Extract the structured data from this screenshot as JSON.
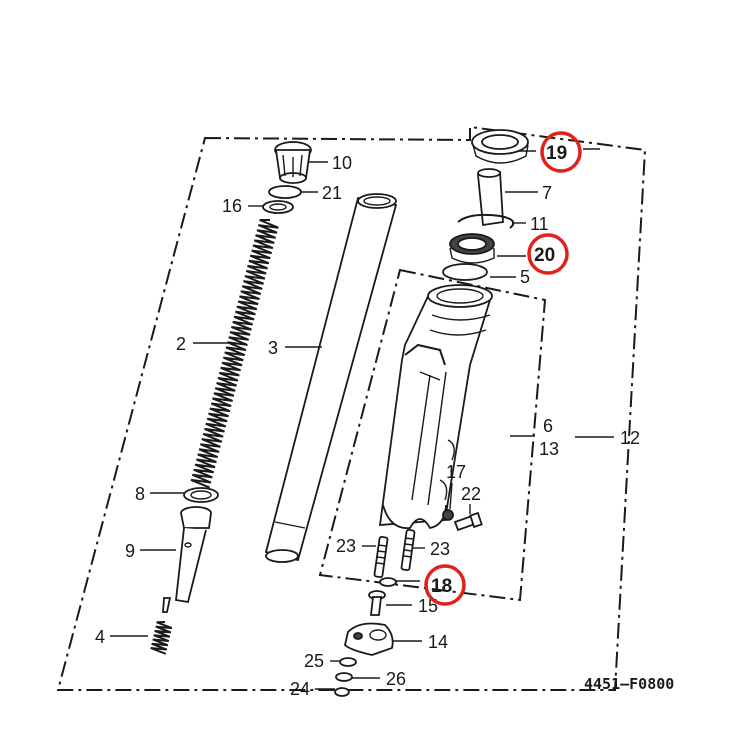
{
  "diagram_code": "4451–F0800",
  "callouts": {
    "p2": "2",
    "p3": "3",
    "p4": "4",
    "p5": "5",
    "p6": "6",
    "p7": "7",
    "p8": "8",
    "p9": "9",
    "p10": "10",
    "p11": "11",
    "p12": "12",
    "p13": "13",
    "p14": "14",
    "p15": "15",
    "p16": "16",
    "p17": "17",
    "p18": "18",
    "p19": "19",
    "p20": "20",
    "p21": "21",
    "p22": "22",
    "p23a": "23",
    "p23b": "23",
    "p24": "24",
    "p25": "25",
    "p26": "26"
  },
  "highlight_color": "#e0221b"
}
